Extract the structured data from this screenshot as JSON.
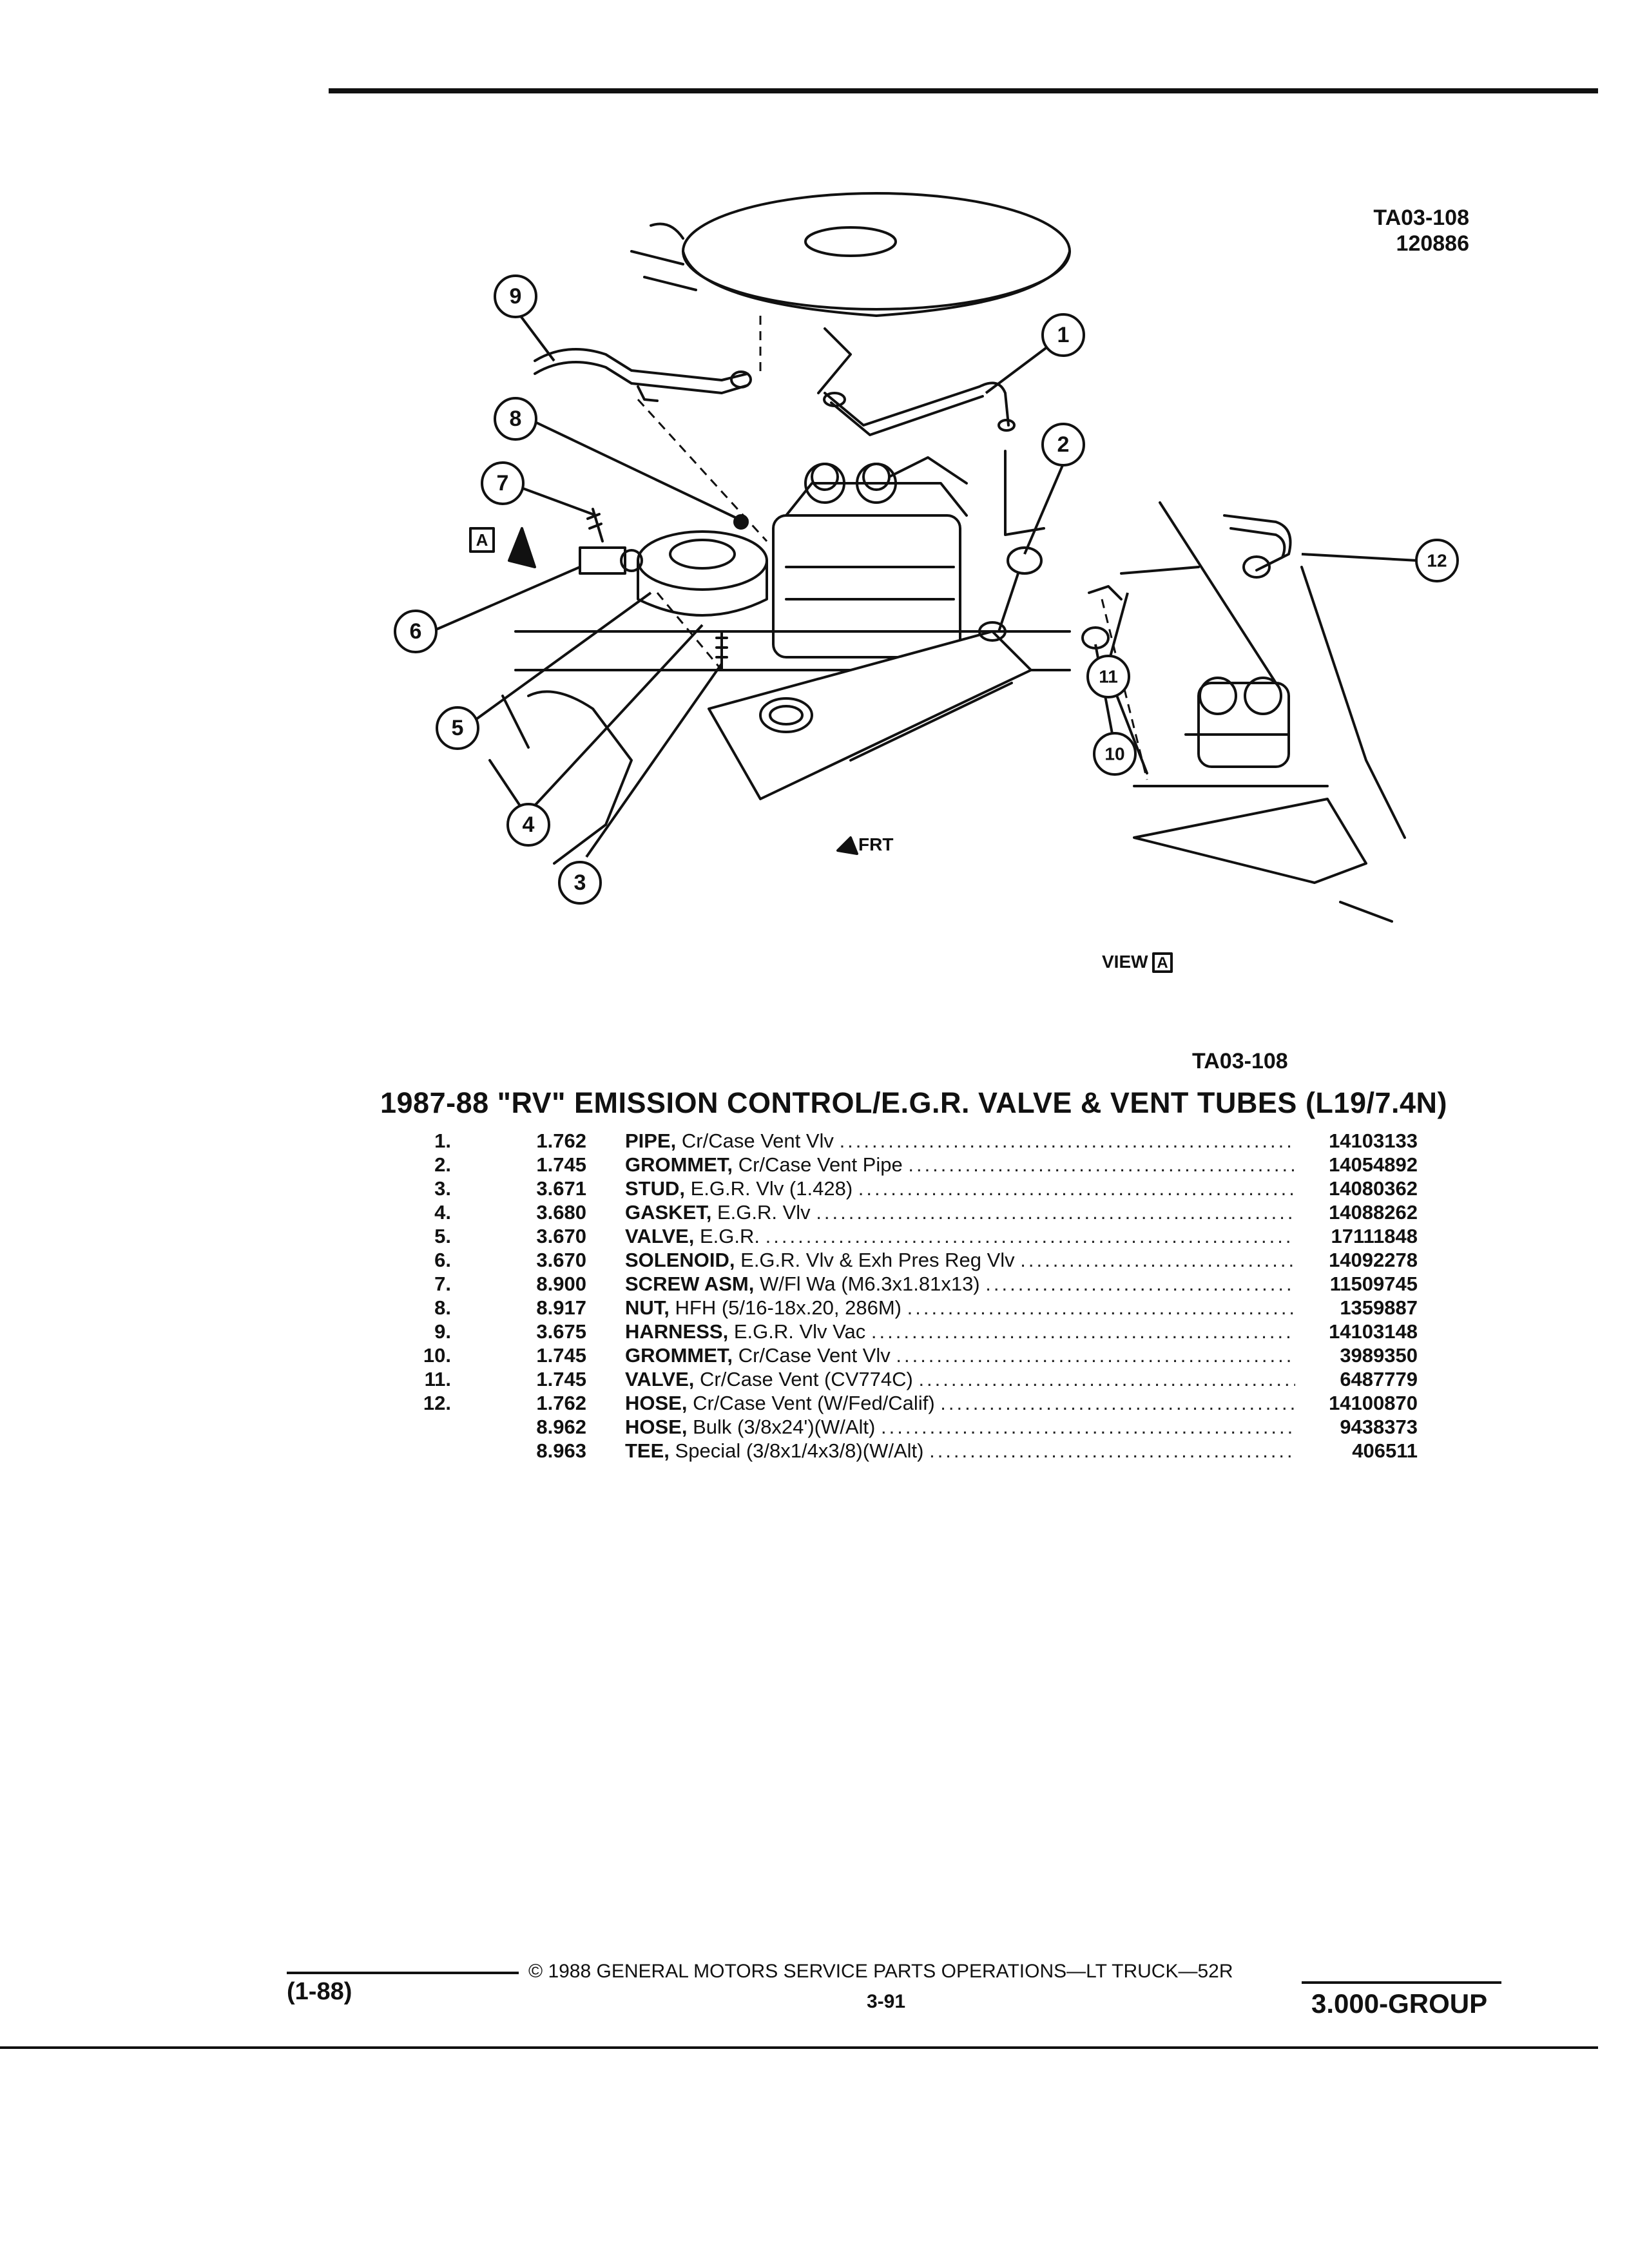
{
  "diagram": {
    "id": "TA03-108",
    "date_code": "120886",
    "caption_id": "TA03-108",
    "callouts": [
      "1",
      "2",
      "3",
      "4",
      "5",
      "6",
      "7",
      "8",
      "9",
      "10",
      "11",
      "12"
    ],
    "view_label": "VIEW",
    "view_marker": "A",
    "front_label": "FRT"
  },
  "section": {
    "title": "1987-88 \"RV\" EMISSION CONTROL/E.G.R. VALVE & VENT TUBES (L19/7.4N)"
  },
  "parts": [
    {
      "index": "1.",
      "group": "1.762",
      "label": "PIPE,",
      "desc": "Cr/Case Vent Vlv",
      "part_number": "14103133"
    },
    {
      "index": "2.",
      "group": "1.745",
      "label": "GROMMET,",
      "desc": "Cr/Case Vent Pipe",
      "part_number": "14054892"
    },
    {
      "index": "3.",
      "group": "3.671",
      "label": "STUD,",
      "desc": "E.G.R. Vlv (1.428)",
      "part_number": "14080362"
    },
    {
      "index": "4.",
      "group": "3.680",
      "label": "GASKET,",
      "desc": "E.G.R. Vlv",
      "part_number": "14088262"
    },
    {
      "index": "5.",
      "group": "3.670",
      "label": "VALVE,",
      "desc": "E.G.R.",
      "part_number": "17111848"
    },
    {
      "index": "6.",
      "group": "3.670",
      "label": "SOLENOID,",
      "desc": "E.G.R. Vlv & Exh Pres Reg Vlv",
      "part_number": "14092278"
    },
    {
      "index": "7.",
      "group": "8.900",
      "label": "SCREW ASM,",
      "desc": "W/Fl Wa (M6.3x1.81x13)",
      "part_number": "11509745"
    },
    {
      "index": "8.",
      "group": "8.917",
      "label": "NUT,",
      "desc": "HFH (5/16-18x.20, 286M)",
      "part_number": "1359887"
    },
    {
      "index": "9.",
      "group": "3.675",
      "label": "HARNESS,",
      "desc": "E.G.R. Vlv Vac",
      "part_number": "14103148"
    },
    {
      "index": "10.",
      "group": "1.745",
      "label": "GROMMET,",
      "desc": "Cr/Case Vent Vlv",
      "part_number": "3989350"
    },
    {
      "index": "11.",
      "group": "1.745",
      "label": "VALVE,",
      "desc": "Cr/Case Vent (CV774C)",
      "part_number": "6487779"
    },
    {
      "index": "12.",
      "group": "1.762",
      "label": "HOSE,",
      "desc": "Cr/Case Vent (W/Fed/Calif)",
      "part_number": "14100870"
    },
    {
      "index": "",
      "group": "8.962",
      "label": "HOSE,",
      "desc": "Bulk (3/8x24')(W/Alt)",
      "part_number": "9438373"
    },
    {
      "index": "",
      "group": "8.963",
      "label": "TEE,",
      "desc": "Special (3/8x1/4x3/8)(W/Alt)",
      "part_number": "406511"
    }
  ],
  "footer": {
    "revision": "(1-88)",
    "copyright": "© 1988 GENERAL MOTORS SERVICE PARTS OPERATIONS—LT TRUCK—52R",
    "page": "3-91",
    "group": "3.000-GROUP"
  }
}
